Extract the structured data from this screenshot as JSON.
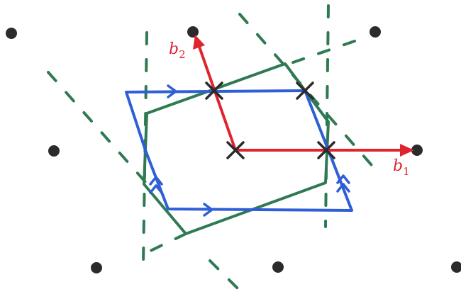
{
  "diagram": {
    "vectors": [
      {
        "name": "b",
        "subscript": "1"
      },
      {
        "name": "b",
        "subscript": "2"
      }
    ],
    "colors": {
      "lattice_points": "#2b2b2b",
      "dashed_lines": "#2f7a52",
      "green_cell": "#2f7a52",
      "blue_cell": "#2f5fd6",
      "basis_vectors": "#e0242f",
      "crosses": "#2a2a2a"
    }
  }
}
